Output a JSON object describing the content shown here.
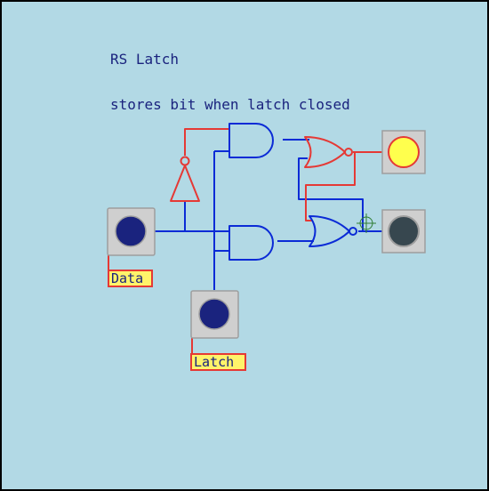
{
  "title": {
    "line1": "RS Latch",
    "line2": "stores bit when latch closed"
  },
  "labels": {
    "data": "Data",
    "latch": "Latch"
  },
  "colors": {
    "background": "#b2d9e5",
    "wire_blue": "#0b2bd6",
    "wire_red": "#e53935",
    "lamp_on": "#ffff4d",
    "lamp_off": "#37474f",
    "button": "#1a237e",
    "pad": "#cfcfcf",
    "label_fill": "#fff36a",
    "label_border": "#e53935"
  },
  "icons": {
    "data_input": "push-button-icon",
    "latch_input": "push-button-icon",
    "q_output": "lamp-icon",
    "q_not_output": "lamp-icon",
    "probe": "crosshair-icon"
  },
  "state": {
    "data_input_on": false,
    "latch_input_on": false,
    "q_output_on": true,
    "q_not_output_on": false
  }
}
